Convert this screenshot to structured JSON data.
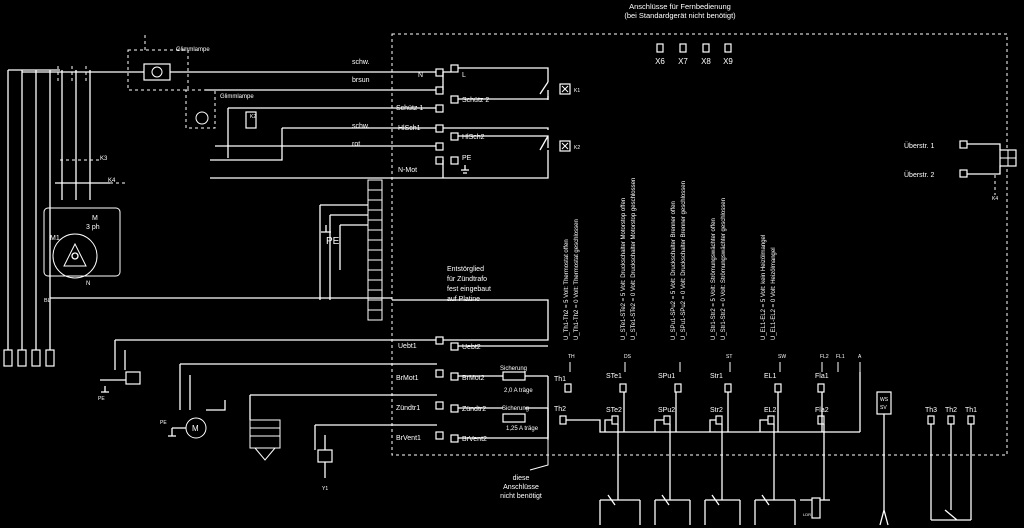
{
  "header": {
    "title_line1": "Anschlüsse für Fernbedienung",
    "title_line2": "(bei Standardgerät nicht benötigt)",
    "remote_terminals": [
      "X6",
      "X7",
      "X8",
      "X9"
    ]
  },
  "lamps": {
    "glow_lamp_1": "Glimmlampe",
    "glow_lamp_2": "Glimmlampe"
  },
  "wires": {
    "schw_1": "schw.",
    "braun": "brsun",
    "schw_2": "schw.",
    "rot": "rot"
  },
  "terminals": {
    "N": "N",
    "L": "L",
    "schuetz1": "Schütz 1",
    "schuetz2": "Schütz 2",
    "hisch1": "HlSch1",
    "hisch2": "HlSch2",
    "nmot": "N-Mot",
    "pe": "PE",
    "uebt1": "Uebt1",
    "uebt2": "Uebt2",
    "brmot1": "BrMot1",
    "brmot2": "BrMot2",
    "zuendtr1": "Zündtr1",
    "zuendtr2": "Zündtr2",
    "brvent1": "BrVent1",
    "brvent2": "BrVent2"
  },
  "relays": {
    "k1": "K1",
    "k2": "K2",
    "k3": "K3",
    "k4": "K4",
    "k4b": "K4"
  },
  "motor": {
    "m": "M",
    "three_phase": "3 ph",
    "m1": "M1",
    "n": "N",
    "bl": "BL"
  },
  "pe_label": "PE",
  "filter_note": [
    "Entstörglied",
    "für Zündtrafo",
    "fest eingebaut",
    "auf Platine"
  ],
  "fuses": {
    "f1_label": "Sicherung",
    "f1_rating": "2,0 A träge",
    "f2_label": "Sicherung",
    "f2_rating": "1,25 A träge"
  },
  "overtemp": {
    "o1": "Überstr. 1",
    "o2": "Überstr. 2"
  },
  "sensor_top_labels": [
    "TH",
    "DS",
    "ST",
    "SW",
    "FL2",
    "FL1",
    "A"
  ],
  "sensor_terms_row1": [
    "Th1",
    "STe1",
    "SPu1",
    "Str1",
    "EL1",
    "Fla1"
  ],
  "sensor_terms_row2": [
    "Th2",
    "STe2",
    "SPu2",
    "Str2",
    "EL2",
    "Fla2"
  ],
  "thermo_terms": [
    "Th3",
    "Th2",
    "Th1"
  ],
  "vertical_notes": [
    [
      "U_Th1-Th2 = 5 Volt: Thermostat offen",
      "U_Th1-Th2 = 0 Volt: Thermostat geschlossen"
    ],
    [
      "U_STe1-STe2 = 5 Volt: Druckschalter Motorstop offen",
      "U_STe1-STe2 = 0 Volt: Druckschalter Motorstop geschlossen"
    ],
    [
      "U_SPu1-SPu2 = 5 Volt: Druckschalter Brenner offen",
      "U_SPu1-SPu2 = 0 Volt: Druckschalter Brenner geschlossen"
    ],
    [
      "U_Str1-Str2 = 5 Volt: Strömungswächter offen",
      "U_Str1-Str2 = 0 Volt: Strömungswächter geschlossen"
    ],
    [
      "U_EL1-EL2 = 5 Volt: kein Heizölmangel",
      "U_EL1-EL2 = 0 Volt: Heizölmangel"
    ]
  ],
  "bottom_note": [
    "diese",
    "Anschlüsse",
    "nicht benötigt"
  ],
  "misc": {
    "y1": "Y1",
    "ldr": "LDR",
    "ws": "WS",
    "sv": "SV"
  }
}
